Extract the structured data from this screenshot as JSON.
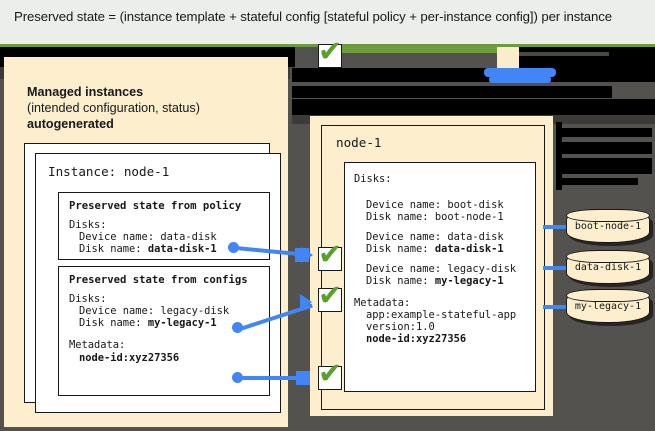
{
  "header": {
    "text": "Preserved state = (instance template + stateful config [stateful policy + per-instance config]) per instance"
  },
  "left_panel": {
    "title": "Managed instances",
    "subtitle": "(intended configuration, status)",
    "autogenerated": "autogenerated",
    "instance_card": {
      "heading": "Instance: node-1",
      "policy_card": {
        "title": "Preserved state from policy",
        "lines": [
          "Disks:",
          "Device name: data-disk",
          "Disk name: ",
          "data-disk-1"
        ]
      },
      "configs_card": {
        "title": "Preserved state from configs",
        "lines": [
          "Disks:",
          "Device name: legacy-disk",
          "Disk name: ",
          "my-legacy-1",
          "Metadata:",
          "node-id:xyz27356"
        ]
      }
    }
  },
  "right_panel": {
    "node_heading": "node-1",
    "disks_label": "Disks:",
    "boot_device": "Device name: boot-disk",
    "boot_disk": "Disk name: boot-node-1",
    "data_device": "Device name: data-disk",
    "data_disk_prefix": "Disk name: ",
    "data_disk_value": "data-disk-1",
    "legacy_device": "Device name: legacy-disk",
    "legacy_disk_prefix": "Disk name: ",
    "legacy_disk_value": "my-legacy-1",
    "metadata_label": "Metadata:",
    "metadata_app": "app:example-stateful-app",
    "metadata_version": "version:1.0",
    "metadata_nodeid": "node-id:xyz27356"
  },
  "disks": [
    {
      "label": "boot-node-1"
    },
    {
      "label": "data-disk-1"
    },
    {
      "label": "my-legacy-1"
    }
  ],
  "icons": {
    "check": "✔"
  },
  "colors": {
    "cream": "#fdeecd",
    "dark_bg": "#54524e",
    "header_bg": "#eceeeb",
    "accent_blue": "#4285f4",
    "accent_green": "#5aa02c",
    "rule_green": "#6b9b3a"
  }
}
